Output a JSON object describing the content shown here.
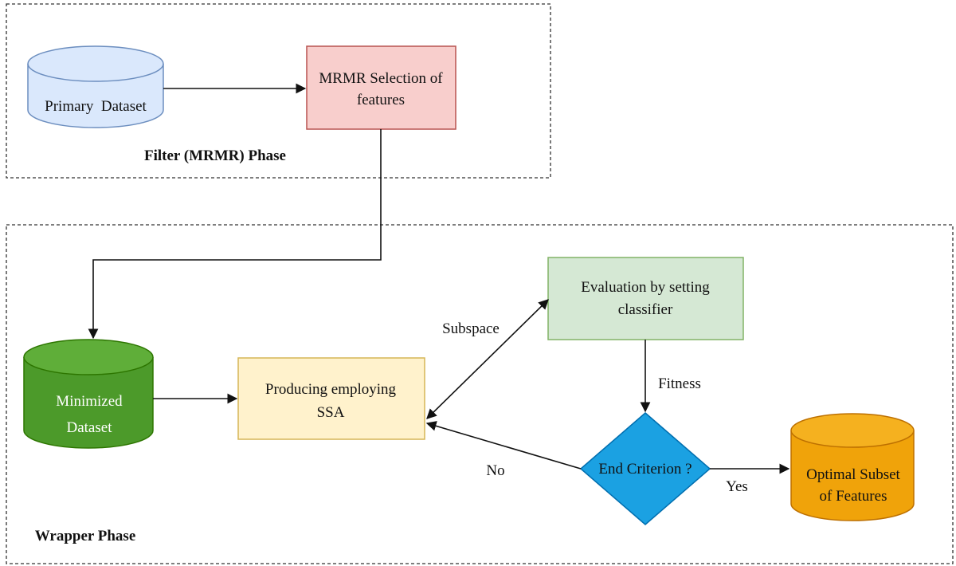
{
  "phases": {
    "filter": {
      "title": "Filter (MRMR) Phase"
    },
    "wrapper": {
      "title": "Wrapper Phase"
    }
  },
  "nodes": {
    "primary_dataset": {
      "label": "Primary  Dataset",
      "shape": "cylinder",
      "fill": "#dae8fc",
      "stroke": "#6c8ebf"
    },
    "mrmr": {
      "lines": [
        "MRMR Selection of",
        "features"
      ],
      "shape": "rectangle",
      "fill": "#f8cecc",
      "stroke": "#b85450"
    },
    "minimized_dataset": {
      "lines": [
        "Minimized",
        "Dataset"
      ],
      "shape": "cylinder",
      "fill": "#4c9a2a",
      "stroke": "#2d7600",
      "text_color": "#ffffff"
    },
    "producing": {
      "lines": [
        "Producing employing",
        "SSA"
      ],
      "shape": "rectangle",
      "fill": "#fff2cc",
      "stroke": "#d6b656"
    },
    "evaluation": {
      "lines": [
        "Evaluation by setting",
        "classifier"
      ],
      "shape": "rectangle",
      "fill": "#d5e8d4",
      "stroke": "#82b366"
    },
    "end_criterion": {
      "label": "End Criterion ?",
      "shape": "diamond",
      "fill": "#1ba1e2",
      "stroke": "#006eaf"
    },
    "optimal_subset": {
      "lines": [
        "Optimal Subset",
        "of Features"
      ],
      "shape": "cylinder",
      "fill": "#f0a30a",
      "stroke": "#bd7000"
    }
  },
  "edges": {
    "subspace": "Subspace",
    "fitness": "Fitness",
    "no": "No",
    "yes": "Yes"
  }
}
